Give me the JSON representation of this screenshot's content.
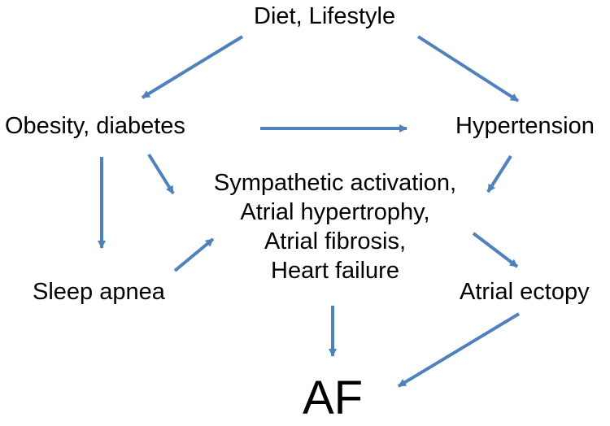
{
  "diagram": {
    "nodes": {
      "diet_lifestyle": "Diet, Lifestyle",
      "obesity_diabetes": "Obesity, diabetes",
      "hypertension": "Hypertension",
      "mechanisms": [
        "Sympathetic activation,",
        "Atrial hypertrophy,",
        "Atrial fibrosis,",
        "Heart failure"
      ],
      "sleep_apnea": "Sleep apnea",
      "atrial_ectopy": "Atrial ectopy",
      "af": "AF"
    },
    "edges": [
      {
        "from": "Diet, Lifestyle",
        "to": "Obesity, diabetes"
      },
      {
        "from": "Diet, Lifestyle",
        "to": "Hypertension"
      },
      {
        "from": "Obesity, diabetes",
        "to": "Hypertension"
      },
      {
        "from": "Obesity, diabetes",
        "to": "Sleep apnea"
      },
      {
        "from": "Obesity, diabetes",
        "to": "Sympathetic activation, Atrial hypertrophy, Atrial fibrosis, Heart failure"
      },
      {
        "from": "Hypertension",
        "to": "Sympathetic activation, Atrial hypertrophy, Atrial fibrosis, Heart failure"
      },
      {
        "from": "Sleep apnea",
        "to": "Sympathetic activation, Atrial hypertrophy, Atrial fibrosis, Heart failure"
      },
      {
        "from": "Sympathetic activation, Atrial hypertrophy, Atrial fibrosis, Heart failure",
        "to": "Atrial ectopy"
      },
      {
        "from": "Sympathetic activation, Atrial hypertrophy, Atrial fibrosis, Heart failure",
        "to": "AF"
      },
      {
        "from": "Atrial ectopy",
        "to": "AF"
      }
    ],
    "colors": {
      "arrow": "#4f81bd",
      "text": "#000000",
      "background": "#ffffff"
    }
  }
}
